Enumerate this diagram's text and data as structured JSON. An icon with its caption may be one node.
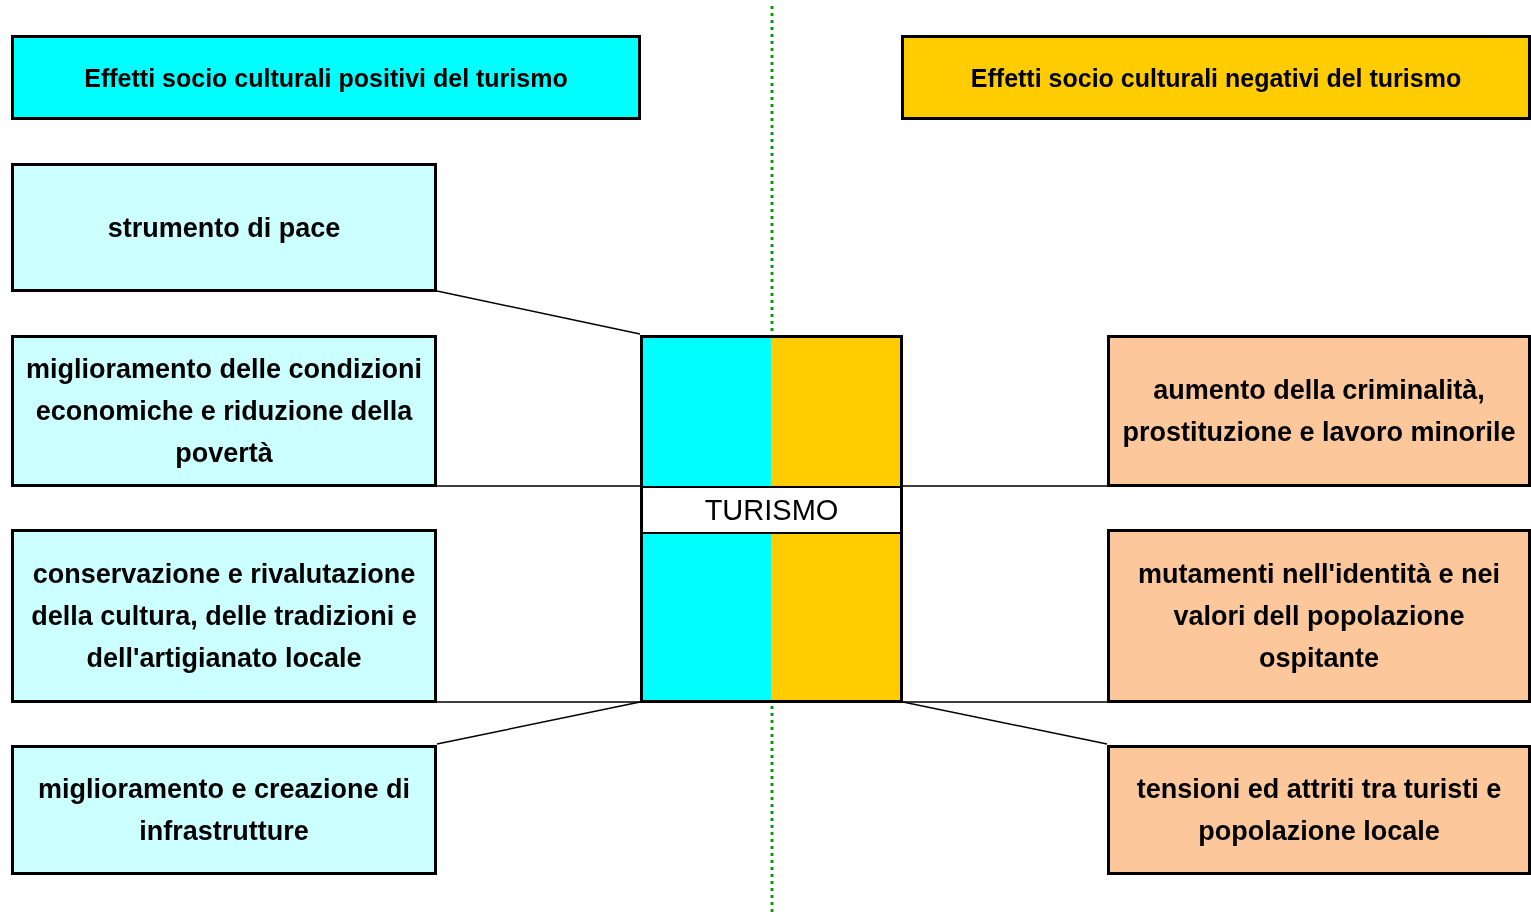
{
  "diagram": {
    "nodes": [
      {
        "text": [
          "Effetti socio culturali positivi del turismo"
        ]
      },
      {
        "text": [
          "Effetti socio culturali negativi del turismo"
        ]
      },
      {
        "text": [
          "strumento di pace"
        ]
      },
      {
        "text": [
          "TURISMO"
        ]
      },
      {
        "text": [
          "miglioramento delle condizioni economiche e riduzione della povertà"
        ]
      },
      {
        "text": [
          "aumento della criminalità, prostituzione e lavoro minorile"
        ]
      },
      {
        "text": [
          "conservazione e rivalutazione della cultura, delle tradizioni e dell'artigianato locale"
        ]
      },
      {
        "text": [
          "mutamenti nell'identità e nei valori dell popolazione ospitante"
        ]
      },
      {
        "text": [
          "miglioramento e creazione di infrastrutture"
        ]
      },
      {
        "text": [
          "tensioni ed attriti tra turisti e popolazione locale"
        ]
      }
    ],
    "edges": [
      {
        "from": 2,
        "to": 3,
        "arrow": "none"
      },
      {
        "from": 4,
        "to": 3,
        "arrow": "none"
      },
      {
        "from": 3,
        "to": 5,
        "arrow": "none"
      },
      {
        "from": 6,
        "to": 3,
        "arrow": "none"
      },
      {
        "from": 3,
        "to": 7,
        "arrow": "none"
      },
      {
        "from": 8,
        "to": 3,
        "arrow": "none"
      },
      {
        "from": 3,
        "to": 9,
        "arrow": "none"
      }
    ]
  }
}
